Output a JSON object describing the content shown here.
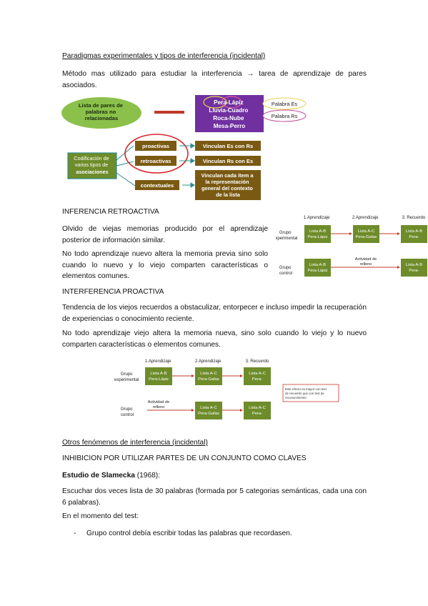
{
  "section1": {
    "title": "Paradigmas experimentales y tipos de interferencia (incidental)",
    "intro": "Método mas utilizado para estudiar la interferencia → tarea de aprendizaje de pares asociados."
  },
  "diagram1": {
    "list_label": [
      "Lista de pares de",
      "palabras no",
      "relacionadas"
    ],
    "pairs": [
      "Pera-Lápiz",
      "Lluvia-Cuadro",
      "Roca-Nube",
      "Mesa-Perro"
    ],
    "legend_es": "Palabra Es",
    "legend_rs": "Palabra Rs",
    "coding_label": [
      "Codificación de",
      "varios tipos de",
      "asociaciones"
    ],
    "types": [
      "proactivas",
      "retroactivas",
      "contextuales"
    ],
    "results": [
      [
        "Vinculan Es con Rs"
      ],
      [
        "Vinculan Rs con Es"
      ],
      [
        "Vinculan cada ítem a",
        "la representación",
        "general del contexto",
        "de la lista"
      ]
    ]
  },
  "retro": {
    "heading": "INFERENCIA RETROACTIVA",
    "p1": "Olvido de viejas memorias producido por el aprendizaje posterior de información similar.",
    "p2": "No todo aprendizaje nuevo altera la memoria previa sino solo cuando lo nuevo y lo viejo comparten características o elementos comunes."
  },
  "diagram_retro": {
    "phases": [
      "1.Aprendizaje",
      "2.Aprendizaje",
      "3. Recuerdo"
    ],
    "groups": [
      [
        "Grupo",
        "experimental"
      ],
      [
        "Grupo",
        "control"
      ]
    ],
    "box1": [
      "Lista A-B",
      "Pera-Lápiz"
    ],
    "box2": [
      "Lista A-C",
      "Pera-Gafas"
    ],
    "box3": [
      "Lista A-B",
      "Pera-"
    ],
    "filler": [
      "Actividad de",
      "relleno"
    ]
  },
  "pro": {
    "heading": "INTERFERENCIA PROACTIVA",
    "p1": "Tendencia de los viejos recuerdos a obstaculizar, entorpecer e incluso impedir la recuperación de experiencias o conocimiento reciente.",
    "p2": "No todo aprendizaje viejo altera la memoria nueva, sino solo cuando lo viejo y lo nuevo comparten características o elementos comunes."
  },
  "diagram_pro": {
    "phases": [
      "1.Aprendizaje",
      "2.Aprendizaje",
      "3. Recuerdo"
    ],
    "groups": [
      [
        "Grupo",
        "experimental"
      ],
      [
        "Grupo",
        "control"
      ]
    ],
    "box1": [
      "Lista A-B",
      "Pera-Lápiz"
    ],
    "box2": [
      "Lista A-C",
      "Pera-Gafas"
    ],
    "box3": [
      "Lista A-C",
      "Pera-"
    ],
    "filler": [
      "Actividad de",
      "relleno"
    ],
    "note": [
      "Este efecto es mayor con test",
      "de recuerdo que con test de",
      "reconocimiento"
    ]
  },
  "section2": {
    "title": "Otros fenómenos de interferencia (incidental)",
    "heading": "INHIBICION POR UTILIZAR PARTES DE UN CONJUNTO COMO CLAVES",
    "study_bold": "Estudio de Slamecka",
    "study_year": " (1968):",
    "p1": "Escuchar dos veces lista de 30 palabras (formada por 5 categorias semánticas, cada una con 6 palabras).",
    "p2": "En el momento del test:",
    "bullet_marker": "-",
    "bullet1": "Grupo control debía escribir todas las palabras que recordasen."
  },
  "colors": {
    "green_box": "#6e8c2a",
    "brown_box": "#7a5a12",
    "purple_box": "#7030a0",
    "teal_box": "#2e8b8b",
    "red_arrow": "#c0392b",
    "red_circle": "#d9242b",
    "ellipse_green": "#8bc14a",
    "ellipse_purple": "#7030a0"
  }
}
